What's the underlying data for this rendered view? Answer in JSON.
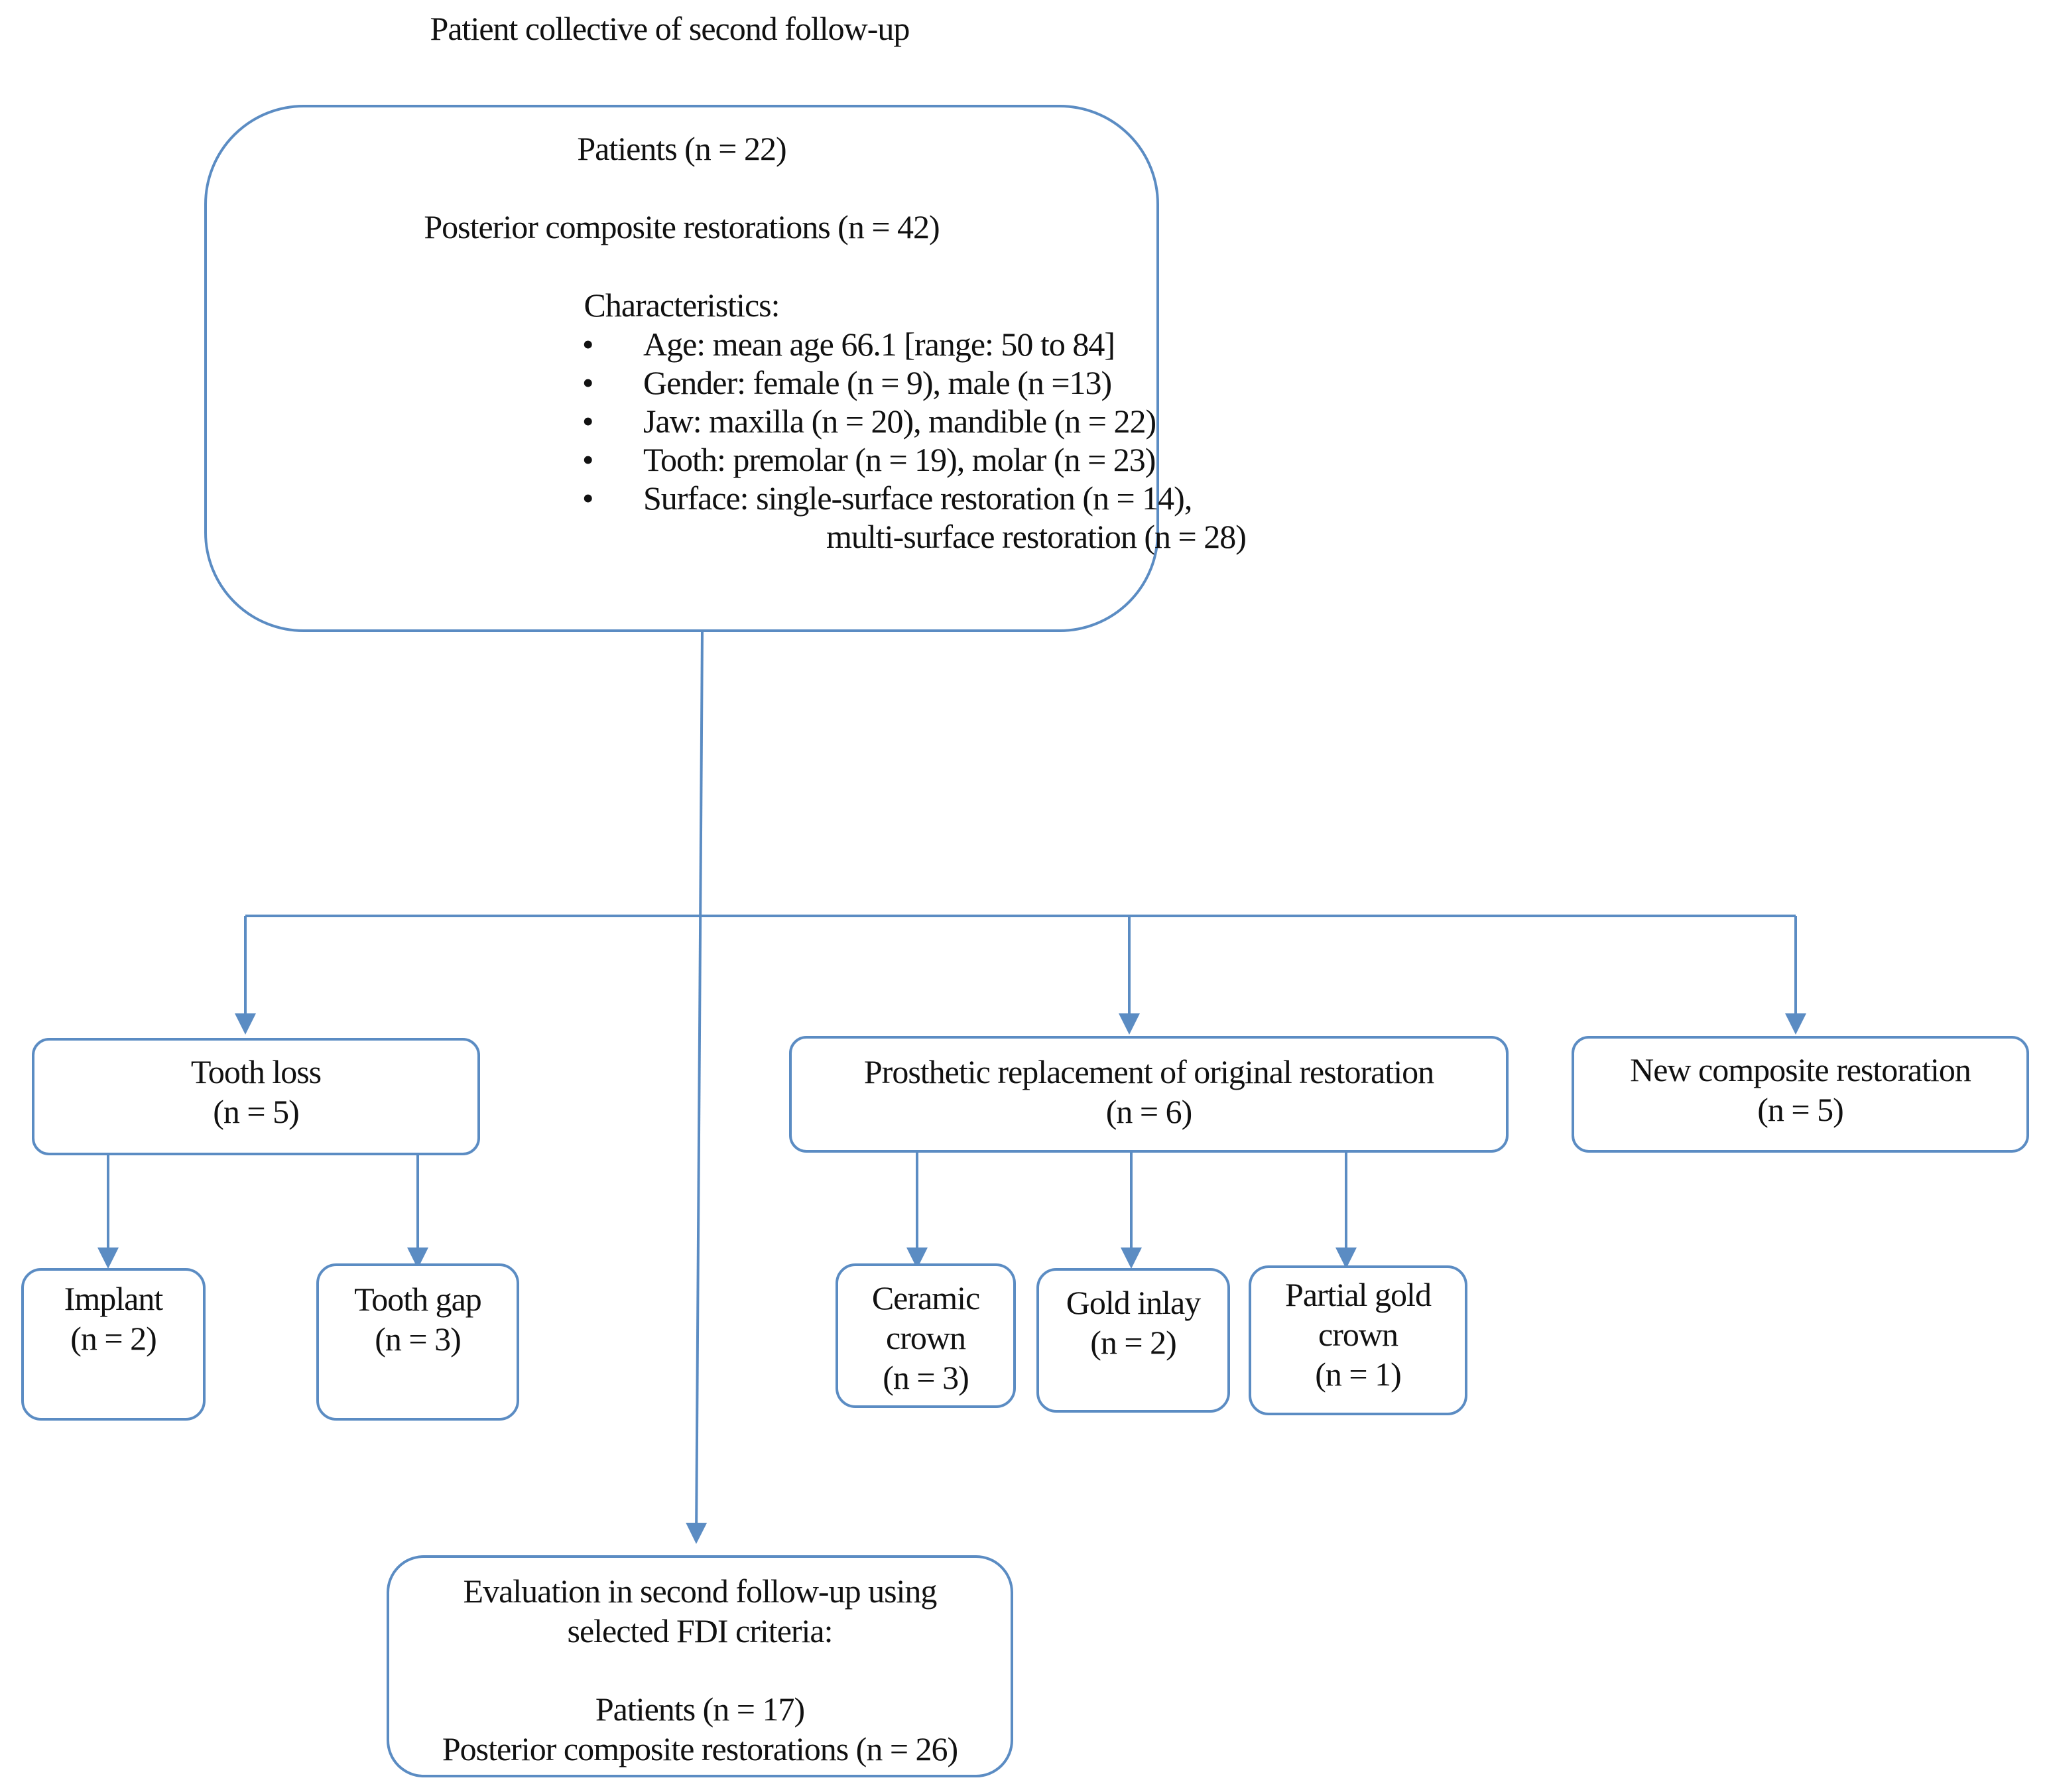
{
  "title": "Patient collective of second follow-up",
  "top_box": {
    "patients": "Patients (n = 22)",
    "restorations": "Posterior composite restorations (n = 42)",
    "characteristics_heading": "Characteristics:",
    "bullet_symbol": "•",
    "characteristics": [
      "Age: mean age 66.1 [range: 50 to 84]",
      "Gender: female (n = 9), male (n =13)",
      "Jaw: maxilla (n = 20), mandible (n = 22)",
      "Tooth: premolar (n = 19), molar (n = 23)",
      "Surface: single-surface restoration (n = 14),"
    ],
    "characteristics_continuation": "multi-surface restoration (n = 28)"
  },
  "tooth_loss": {
    "label": "Tooth loss",
    "count": "(n = 5)"
  },
  "prosthetic": {
    "label": "Prosthetic replacement of original restoration",
    "count": "(n = 6)"
  },
  "new_composite": {
    "label": "New composite restoration",
    "count": "(n = 5)"
  },
  "implant": {
    "label": "Implant",
    "count": "(n = 2)"
  },
  "tooth_gap": {
    "label": "Tooth gap",
    "count": "(n = 3)"
  },
  "ceramic_crown": {
    "label_line1": "Ceramic",
    "label_line2": "crown",
    "count": "(n = 3)"
  },
  "gold_inlay": {
    "label": "Gold inlay",
    "count": "(n = 2)"
  },
  "partial_gold_crown": {
    "label_line1": "Partial gold",
    "label_line2": "crown",
    "count": "(n = 1)"
  },
  "evaluation": {
    "line1": "Evaluation in second follow-up using",
    "line2": "selected FDI criteria:",
    "patients": "Patients (n = 17)",
    "restorations": "Posterior composite restorations (n = 26)"
  }
}
